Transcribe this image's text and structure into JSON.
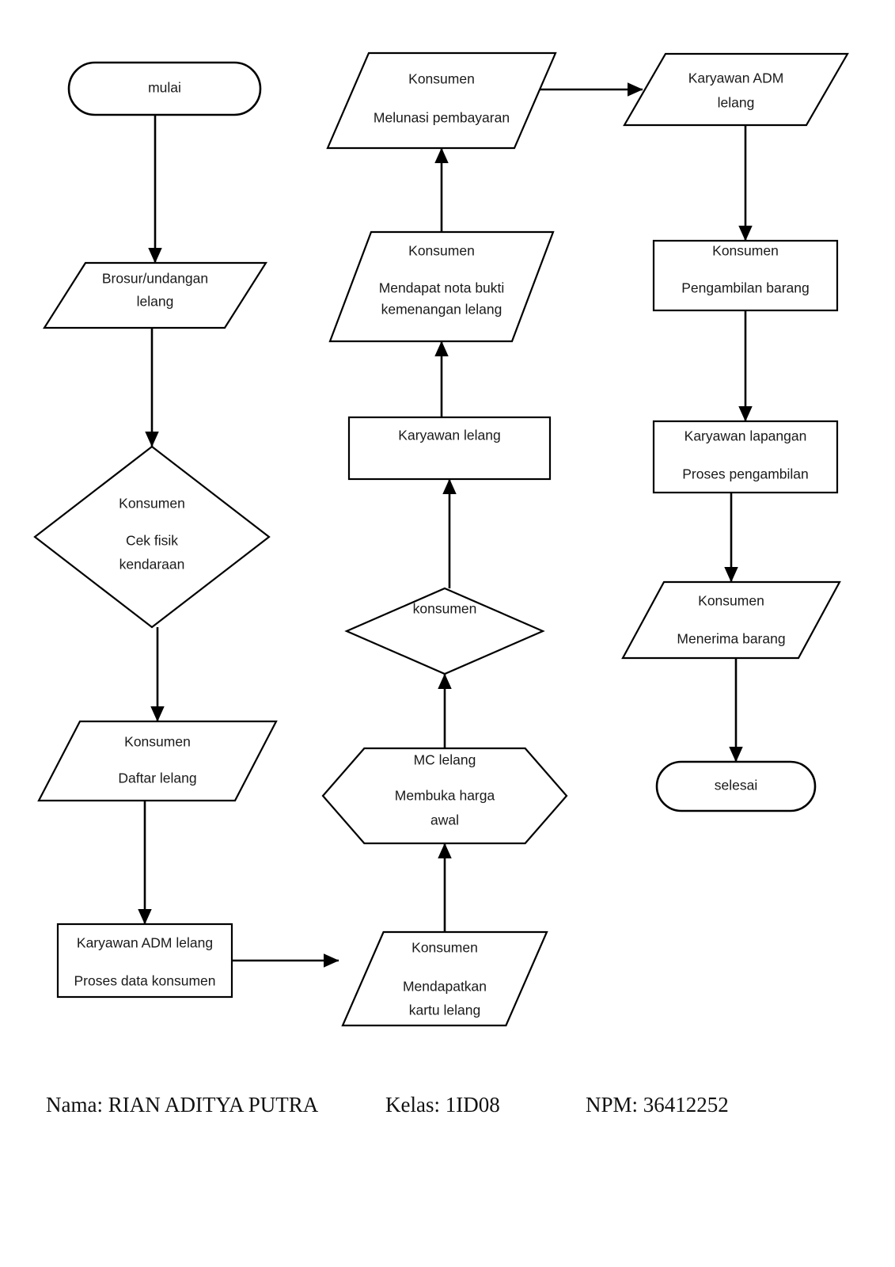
{
  "document": {
    "title": "Flowchart Proses Lelang",
    "background_color": "#ffffff",
    "line_color": "#000000",
    "text_color": "#1a1a1a"
  },
  "flowchart": {
    "type": "flowchart",
    "orientation": "three-column, top-to-bottom then left-to-right",
    "nodes": [
      {
        "id": "mulai",
        "shape": "terminator",
        "lines": [
          "mulai"
        ],
        "column": 1
      },
      {
        "id": "brosur",
        "shape": "parallelogram",
        "lines": [
          "Brosur/undangan",
          "lelang"
        ],
        "column": 1
      },
      {
        "id": "cek-fisik",
        "shape": "diamond",
        "lines": [
          "Konsumen",
          "Cek fisik",
          "kendaraan"
        ],
        "column": 1
      },
      {
        "id": "daftar-lelang",
        "shape": "parallelogram",
        "lines": [
          "Konsumen",
          "Daftar lelang"
        ],
        "column": 1
      },
      {
        "id": "proses-data",
        "shape": "rectangle",
        "lines": [
          "Karyawan ADM lelang",
          "Proses data konsumen"
        ],
        "column": 1
      },
      {
        "id": "kartu-lelang",
        "shape": "parallelogram",
        "lines": [
          "Konsumen",
          "Mendapatkan",
          "kartu lelang"
        ],
        "column": 2
      },
      {
        "id": "mc-lelang",
        "shape": "hexagon",
        "lines": [
          "MC lelang",
          "Membuka harga",
          "awal"
        ],
        "column": 2
      },
      {
        "id": "konsumen-diamond",
        "shape": "diamond",
        "lines": [
          "konsumen"
        ],
        "column": 2
      },
      {
        "id": "karyawan-lelang",
        "shape": "rectangle",
        "lines": [
          "Karyawan lelang"
        ],
        "column": 2
      },
      {
        "id": "nota-bukti",
        "shape": "parallelogram",
        "lines": [
          "Konsumen",
          "Mendapat nota bukti",
          "kemenangan lelang"
        ],
        "column": 2
      },
      {
        "id": "melunasi",
        "shape": "parallelogram",
        "lines": [
          "Konsumen",
          "Melunasi pembayaran"
        ],
        "column": 2
      },
      {
        "id": "karyawan-adm",
        "shape": "parallelogram",
        "lines": [
          "Karyawan ADM",
          "lelang"
        ],
        "column": 3
      },
      {
        "id": "pengambilan",
        "shape": "rectangle",
        "lines": [
          "Konsumen",
          "Pengambilan barang"
        ],
        "column": 3
      },
      {
        "id": "karyawan-lapangan",
        "shape": "rectangle",
        "lines": [
          "Karyawan lapangan",
          "Proses pengambilan"
        ],
        "column": 3
      },
      {
        "id": "menerima-barang",
        "shape": "parallelogram",
        "lines": [
          "Konsumen",
          "Menerima barang"
        ],
        "column": 3
      },
      {
        "id": "selesai",
        "shape": "terminator",
        "lines": [
          "selesai"
        ],
        "column": 3
      }
    ],
    "edges": [
      {
        "from": "mulai",
        "to": "brosur",
        "direction": "down"
      },
      {
        "from": "brosur",
        "to": "cek-fisik",
        "direction": "down"
      },
      {
        "from": "cek-fisik",
        "to": "daftar-lelang",
        "direction": "down"
      },
      {
        "from": "daftar-lelang",
        "to": "proses-data",
        "direction": "down"
      },
      {
        "from": "proses-data",
        "to": "kartu-lelang",
        "direction": "right"
      },
      {
        "from": "kartu-lelang",
        "to": "mc-lelang",
        "direction": "up"
      },
      {
        "from": "mc-lelang",
        "to": "konsumen-diamond",
        "direction": "up"
      },
      {
        "from": "konsumen-diamond",
        "to": "karyawan-lelang",
        "direction": "up"
      },
      {
        "from": "karyawan-lelang",
        "to": "nota-bukti",
        "direction": "up"
      },
      {
        "from": "nota-bukti",
        "to": "melunasi",
        "direction": "up"
      },
      {
        "from": "melunasi",
        "to": "karyawan-adm",
        "direction": "right"
      },
      {
        "from": "karyawan-adm",
        "to": "pengambilan",
        "direction": "down"
      },
      {
        "from": "pengambilan",
        "to": "karyawan-lapangan",
        "direction": "down"
      },
      {
        "from": "karyawan-lapangan",
        "to": "menerima-barang",
        "direction": "down"
      },
      {
        "from": "menerima-barang",
        "to": "selesai",
        "direction": "down"
      }
    ]
  },
  "footer": {
    "nama": "Nama: RIAN ADITYA PUTRA",
    "kelas": "Kelas: 1ID08",
    "npm": "NPM: 36412252"
  }
}
